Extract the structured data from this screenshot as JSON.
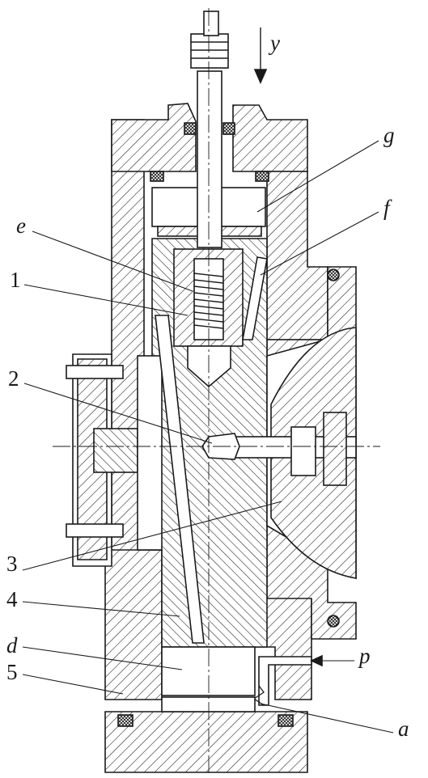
{
  "diagram": {
    "callouts": {
      "y": "y",
      "g": "g",
      "e": "e",
      "f": "f",
      "n1": "1",
      "n2": "2",
      "n3": "3",
      "n4": "4",
      "d": "d",
      "p": "p",
      "n5": "5",
      "a": "a"
    },
    "colors": {
      "ink": "#1a1a1a",
      "paper": "#ffffff"
    }
  }
}
